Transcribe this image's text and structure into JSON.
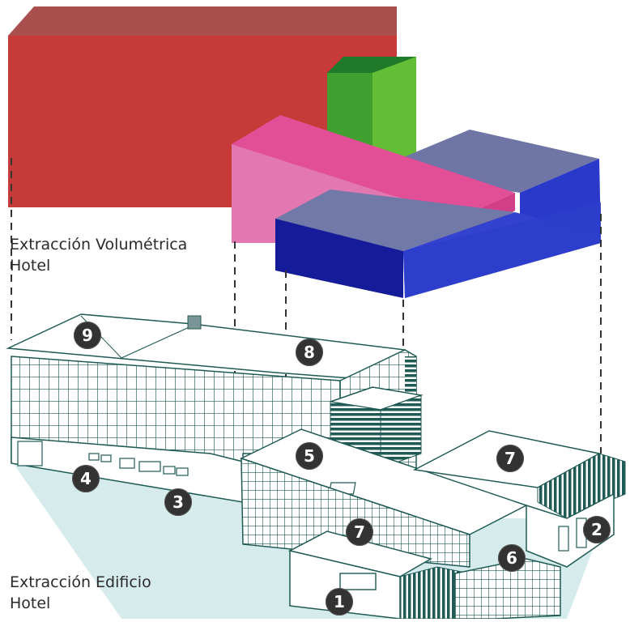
{
  "captions": {
    "volumetric_line1": "Extracción Volumétrica",
    "volumetric_line2": "Hotel",
    "building_line1": "Extracción Edificio",
    "building_line2": "Hotel"
  },
  "badges": {
    "n1": "1",
    "n2": "2",
    "n3": "3",
    "n4": "4",
    "n5": "5",
    "n6": "6",
    "n7a": "7",
    "n7b": "7",
    "n8": "8",
    "n9": "9"
  },
  "colors": {
    "red_volume": "#c63a37",
    "green_volume": "#5db833",
    "pink_volume": "#e5559e",
    "blue_volume": "#1f2fc2",
    "grey_blue_top": "#6f76a6",
    "glass_grid": "#1f5a55",
    "ground_shadow": "#d6ecec",
    "badge": "#333333"
  }
}
